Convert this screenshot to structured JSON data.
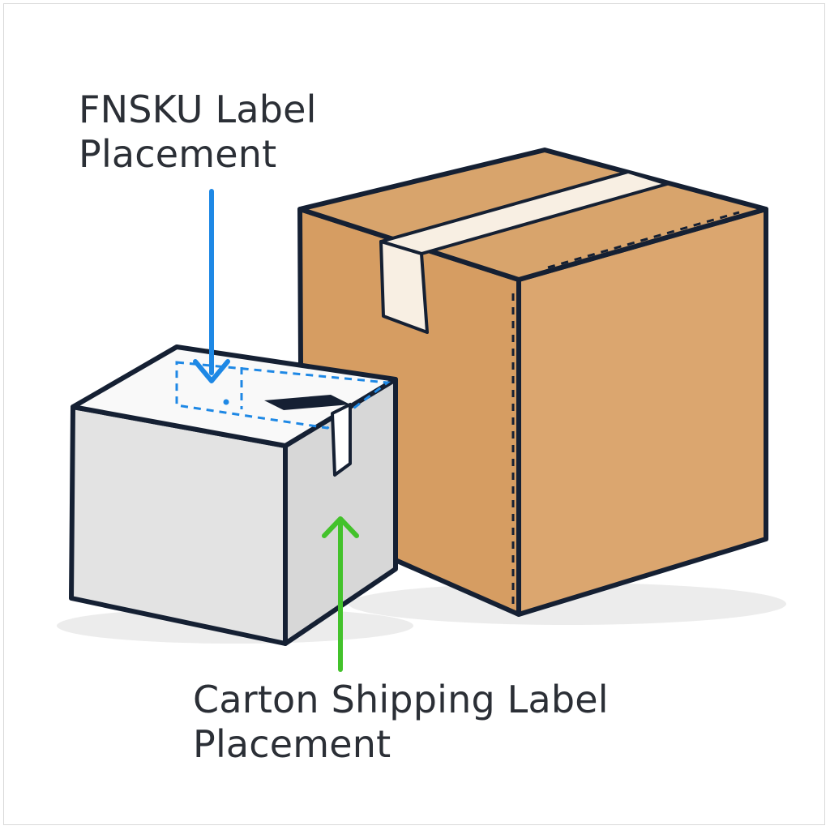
{
  "labels": {
    "fnsku": {
      "line1": "FNSKU Label",
      "line2": "Placement"
    },
    "carton": {
      "line1": "Carton Shipping Label",
      "line2": "Placement"
    }
  },
  "colors": {
    "fnsku_arrow": "#1e88e5",
    "carton_arrow": "#43c22b",
    "cardboard": "#daa46c",
    "white_box": "#e6e6e6",
    "outline": "#152033",
    "tape": "#f7efe4"
  },
  "icons": {
    "fnsku_arrow": "arrow-down-icon",
    "carton_arrow": "arrow-up-icon"
  }
}
